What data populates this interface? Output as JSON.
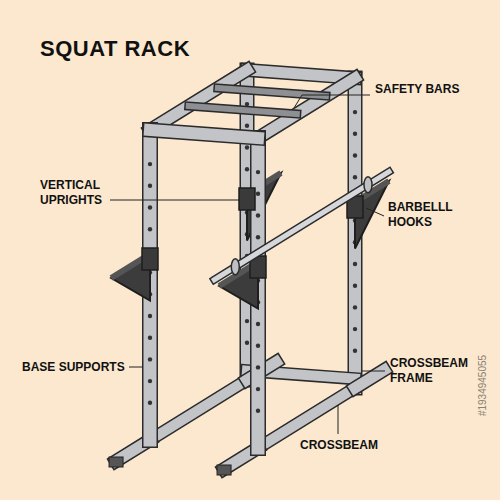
{
  "diagram": {
    "title": "SQUAT RACK",
    "labels": [
      "SAFETY BARS",
      "VERTICAL UPRIGHTS",
      "BARBELLL HOOKS",
      "BASE SUPPORTS",
      "CROSSBEAM FRAME",
      "CROSSBEAM",
      "#1934945055"
    ]
  }
}
